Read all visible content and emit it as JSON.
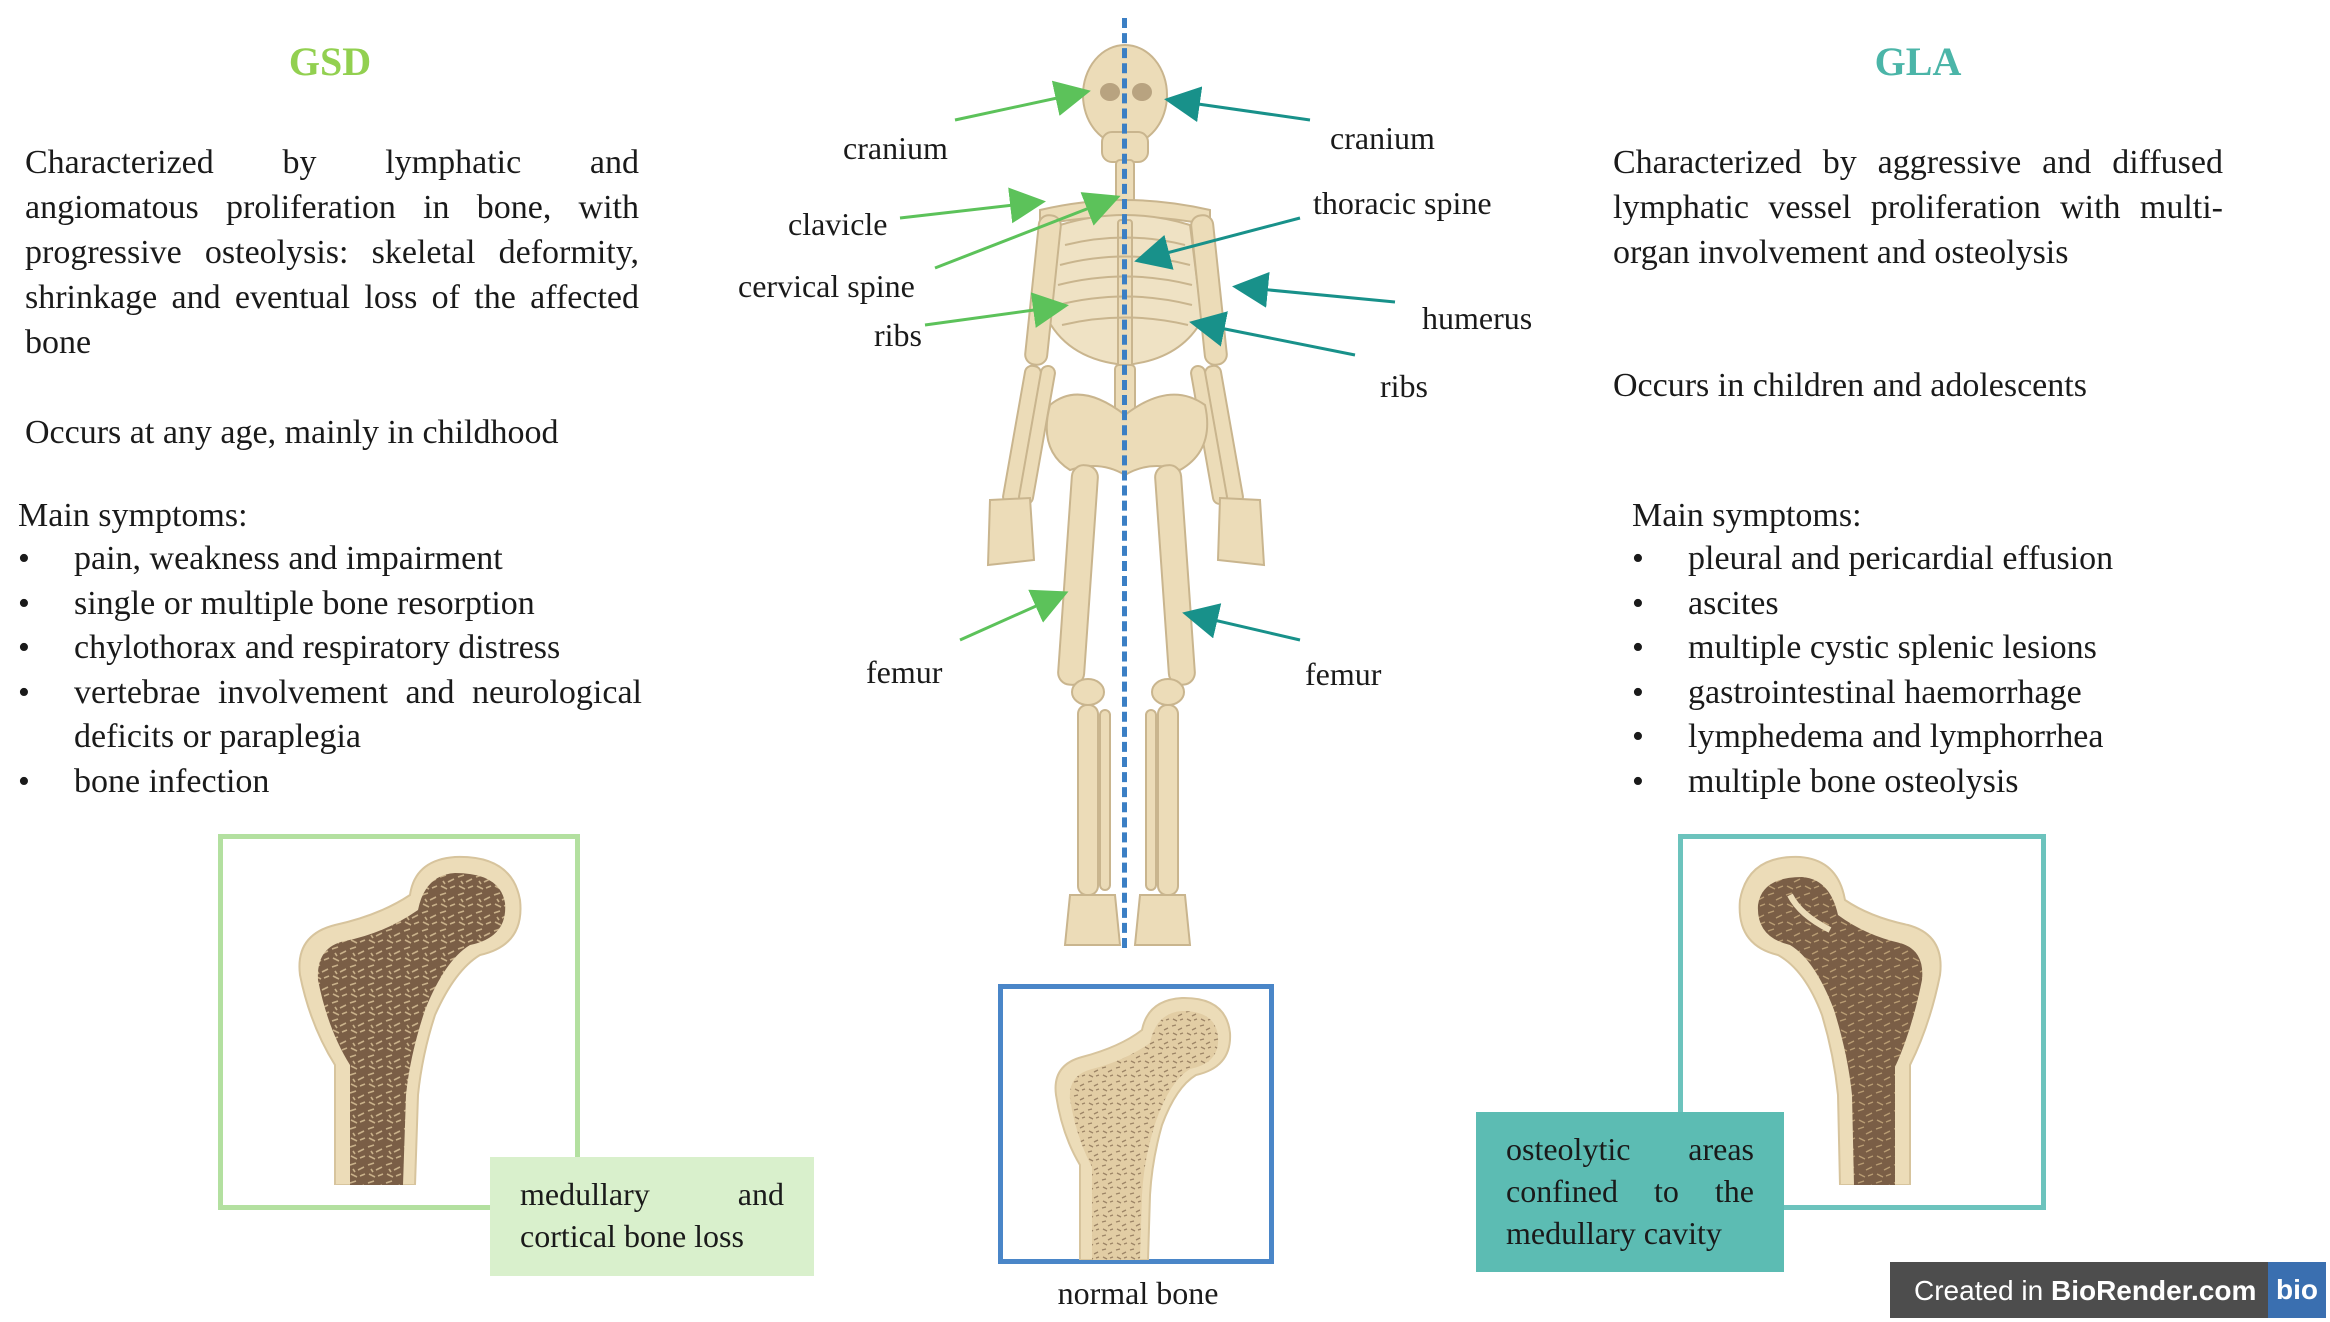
{
  "left": {
    "title": "GSD",
    "description": "Characterized by lymphatic and angiomatous proliferation in bone, with progressive osteolysis: skeletal deformity, shrinkage and eventual loss of the affected bone",
    "age": "Occurs at any age, mainly in childhood",
    "symptoms_heading": "Main symptoms:",
    "symptoms": [
      "pain, weakness and impairment",
      "single or multiple bone resorption",
      "chylothorax and respiratory distress",
      "vertebrae involvement and neurological deficits or paraplegia",
      "bone infection"
    ],
    "bone_caption": [
      "medullary and",
      "cortical bone loss"
    ]
  },
  "right": {
    "title": "GLA",
    "description": "Characterized by aggressive and diffused lymphatic vessel proliferation with multi-organ involvement and osteolysis",
    "age": "Occurs in children and adolescents",
    "symptoms_heading": "Main symptoms:",
    "symptoms": [
      "pleural and pericardial effusion",
      "ascites",
      "multiple cystic splenic lesions",
      "gastrointestinal haemorrhage",
      "lymphedema and lymphorrhea",
      "multiple bone osteolysis"
    ],
    "bone_caption": [
      "osteolytic areas",
      "confined to the",
      "medullary cavity"
    ]
  },
  "skeleton_labels": {
    "left": [
      "cranium",
      "clavicle",
      "cervical spine",
      "ribs",
      "femur"
    ],
    "right": [
      "cranium",
      "thoracic spine",
      "humerus",
      "ribs",
      "femur"
    ]
  },
  "center": {
    "normal_bone_caption": "normal bone"
  },
  "watermark": {
    "text_prefix": "Created in ",
    "text_brand": "BioRender.com",
    "logo": "bio"
  },
  "colors": {
    "gsd_green": "#92d050",
    "gla_teal": "#4bb5a8",
    "left_arrow": "#5cc25a",
    "right_arrow": "#18918a",
    "gsd_frame": "#b3e0a0",
    "gsd_caption_bg": "#d9f0cc",
    "gla_frame": "#6cc3bd",
    "gla_caption_bg": "#5cbcb3",
    "normal_frame": "#4a86c8",
    "midline": "#3b7fc4",
    "bone": "#ecdcb8",
    "bone_dark": "#7a5e46"
  }
}
